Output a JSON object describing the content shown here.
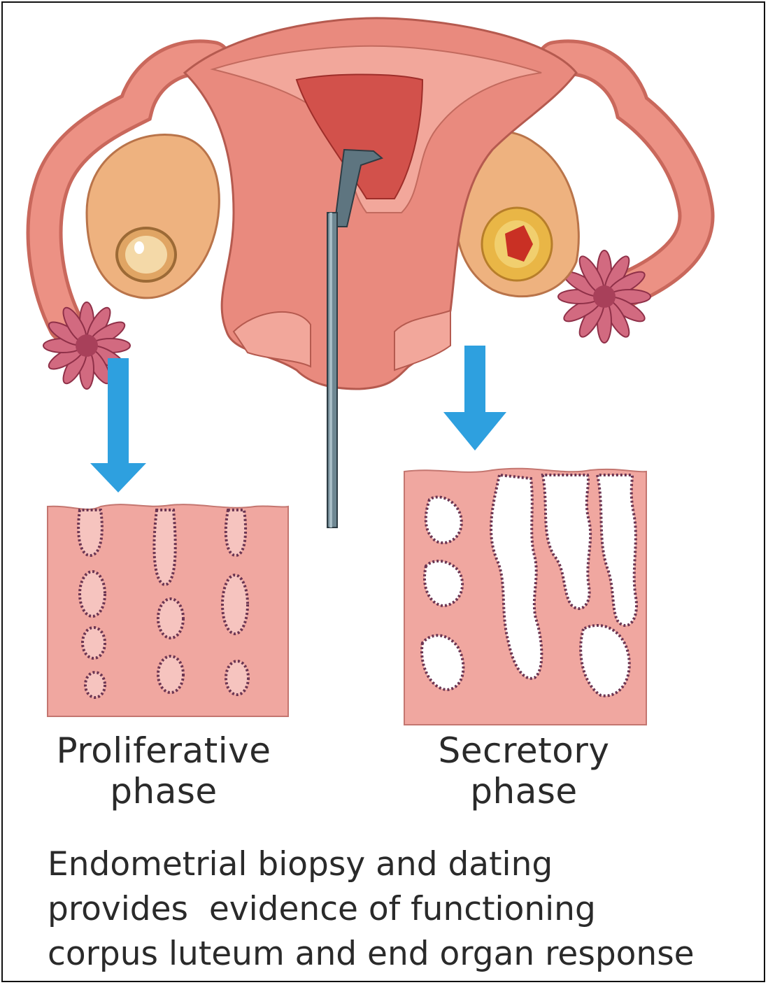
{
  "labels": {
    "proliferative_line1": "Proliferative",
    "proliferative_line2": "phase",
    "secretory_line1": "Secretory",
    "secretory_line2": "phase"
  },
  "caption": {
    "line1": "Endometrial biopsy and dating",
    "line2": "provides  evidence of functioning",
    "line3": "corpus luteum and end organ response"
  },
  "colors": {
    "arrow": "#2ea0df",
    "tissue": "#f0a7a0",
    "uterus": "#e98a7e",
    "ovary": "#eeb27f",
    "corpus_luteum": "#e9b646",
    "instrument": "#5e7580"
  }
}
